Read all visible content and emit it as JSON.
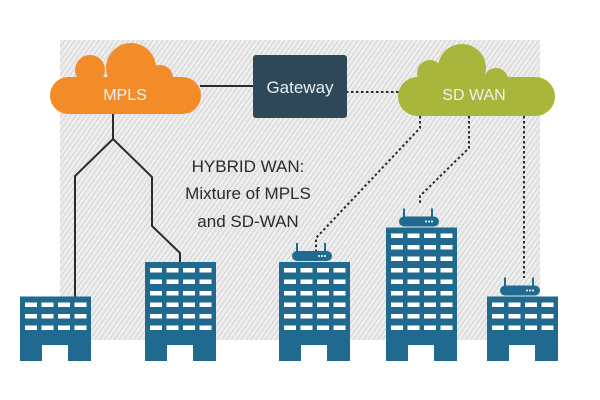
{
  "diagram": {
    "title_lines": [
      "HYBRID WAN:",
      "Mixture of MPLS",
      "and SD-WAN"
    ],
    "nodes": {
      "mpls_cloud": {
        "label": "MPLS",
        "color": "#f28c28"
      },
      "gateway": {
        "label": "Gateway",
        "color": "#2f4858"
      },
      "sdwan_cloud": {
        "label": "SD WAN",
        "color": "#a8b73c"
      }
    },
    "colors": {
      "building": "#216a8f",
      "router": "#216a8f",
      "line": "#2b2b2b",
      "hatch_bg": "#ececec",
      "hatch_line": "#c9c9c9",
      "label_text": "#e9eef0",
      "title_text": "#2b2b2b"
    },
    "buildings": [
      {
        "id": "building-1",
        "floors": 3,
        "connection": "MPLS",
        "router": false
      },
      {
        "id": "building-2",
        "floors": 6,
        "connection": "MPLS",
        "router": false
      },
      {
        "id": "building-3",
        "floors": 6,
        "connection": "SD WAN",
        "router": true
      },
      {
        "id": "building-4",
        "floors": 9,
        "connection": "SD WAN",
        "router": true
      },
      {
        "id": "building-5",
        "floors": 3,
        "connection": "SD WAN",
        "router": true
      }
    ],
    "links": [
      {
        "from": "MPLS",
        "to": "Gateway",
        "style": "solid"
      },
      {
        "from": "Gateway",
        "to": "SD WAN",
        "style": "dotted"
      },
      {
        "from": "MPLS",
        "to": "building-1",
        "style": "solid"
      },
      {
        "from": "MPLS",
        "to": "building-2",
        "style": "solid"
      },
      {
        "from": "SD WAN",
        "to": "building-3",
        "style": "dotted"
      },
      {
        "from": "SD WAN",
        "to": "building-4",
        "style": "dotted"
      },
      {
        "from": "SD WAN",
        "to": "building-5",
        "style": "dotted"
      }
    ]
  }
}
